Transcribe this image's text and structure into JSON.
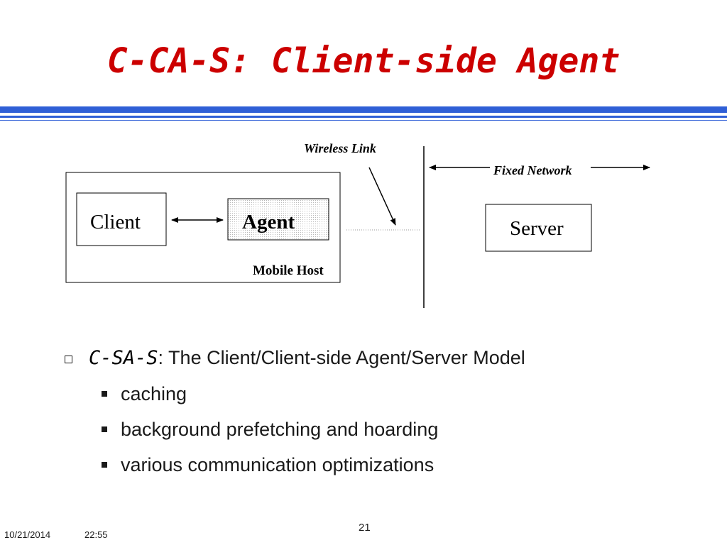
{
  "slide": {
    "title": "C-CA-S: Client-side Agent"
  },
  "diagram": {
    "wireless_link_label": "Wireless Link",
    "fixed_network_label": "Fixed Network",
    "client_label": "Client",
    "agent_label": "Agent",
    "server_label": "Server",
    "mobile_host_label": "Mobile Host"
  },
  "bullets": {
    "main_prefix": "C-SA-S",
    "main_text": ": The Client/Client-side Agent/Server Model",
    "subitems": [
      "caching",
      "background prefetching and hoarding",
      "various communication optimizations"
    ]
  },
  "footer": {
    "date": "10/21/2014",
    "time": "22:55",
    "page_number": "21"
  },
  "colors": {
    "title": "#cc0000",
    "rule": "#2f5fd6"
  }
}
